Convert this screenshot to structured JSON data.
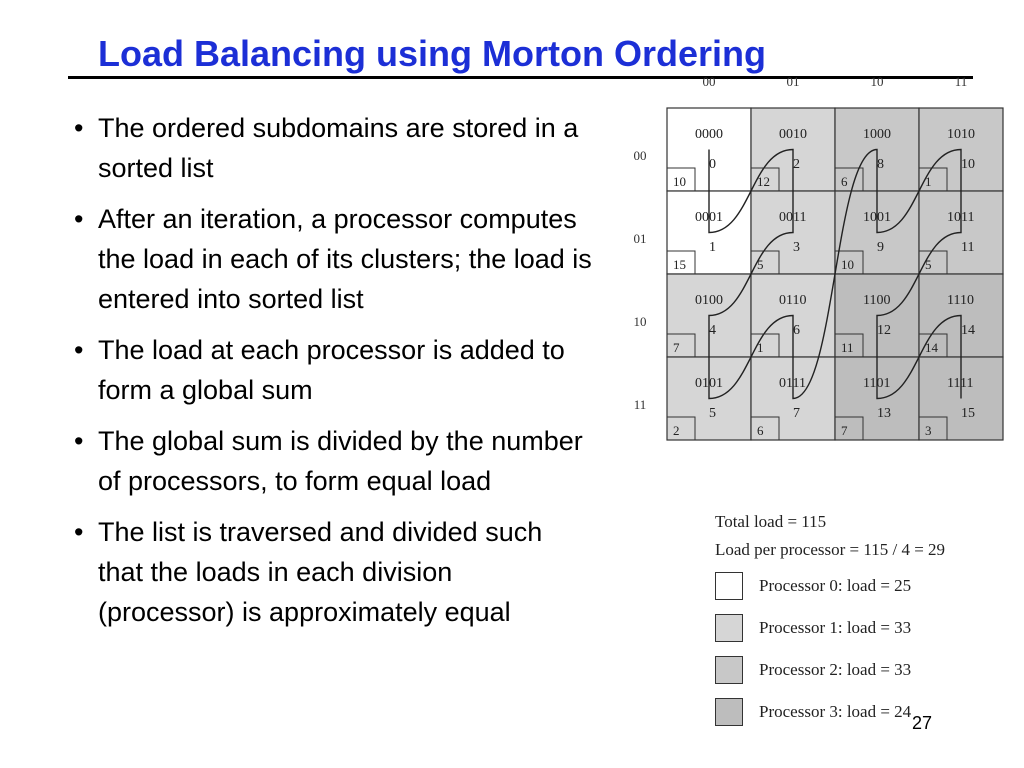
{
  "slide": {
    "title": "Load Balancing using Morton Ordering",
    "page_number": "27"
  },
  "bullets": [
    "The ordered subdomains are stored in a sorted list",
    "After an iteration, a processor computes the load in each of its clusters; the load is entered into sorted list",
    "The load at each processor is added to form a global sum",
    "The global sum is divided by the number of processors, to form equal load",
    "The list is traversed and divided such that the loads in each division (processor) is approximately equal"
  ],
  "grid": {
    "col_labels": [
      "00",
      "01",
      "10",
      "11"
    ],
    "row_labels": [
      "00",
      "01",
      "10",
      "11"
    ],
    "cells": [
      [
        {
          "code": "0000",
          "order": "0",
          "load": "10",
          "proc": 0
        },
        {
          "code": "0010",
          "order": "2",
          "load": "12",
          "proc": 1
        },
        {
          "code": "1000",
          "order": "8",
          "load": "6",
          "proc": 2
        },
        {
          "code": "1010",
          "order": "10",
          "load": "1",
          "proc": 2
        }
      ],
      [
        {
          "code": "0001",
          "order": "1",
          "load": "15",
          "proc": 0
        },
        {
          "code": "0011",
          "order": "3",
          "load": "5",
          "proc": 1
        },
        {
          "code": "1001",
          "order": "9",
          "load": "10",
          "proc": 2
        },
        {
          "code": "1011",
          "order": "11",
          "load": "5",
          "proc": 2
        }
      ],
      [
        {
          "code": "0100",
          "order": "4",
          "load": "7",
          "proc": 1
        },
        {
          "code": "0110",
          "order": "6",
          "load": "1",
          "proc": 1
        },
        {
          "code": "1100",
          "order": "12",
          "load": "11",
          "proc": 3
        },
        {
          "code": "1110",
          "order": "14",
          "load": "14",
          "proc": 3
        }
      ],
      [
        {
          "code": "0101",
          "order": "5",
          "load": "2",
          "proc": 1
        },
        {
          "code": "0111",
          "order": "7",
          "load": "6",
          "proc": 1
        },
        {
          "code": "1101",
          "order": "13",
          "load": "7",
          "proc": 3
        },
        {
          "code": "1111",
          "order": "15",
          "load": "3",
          "proc": 3
        }
      ]
    ]
  },
  "legend": {
    "total": "Total load =  115",
    "per_processor": "Load per processor = 115 / 4 = 29",
    "processors": [
      {
        "label": "Processor 0: load = 25",
        "color": "#ffffff"
      },
      {
        "label": "Processor 1: load = 33",
        "color": "#d6d6d6"
      },
      {
        "label": "Processor 2: load = 33",
        "color": "#c8c8c8"
      },
      {
        "label": "Processor 3: load = 24",
        "color": "#bdbdbd"
      }
    ]
  }
}
